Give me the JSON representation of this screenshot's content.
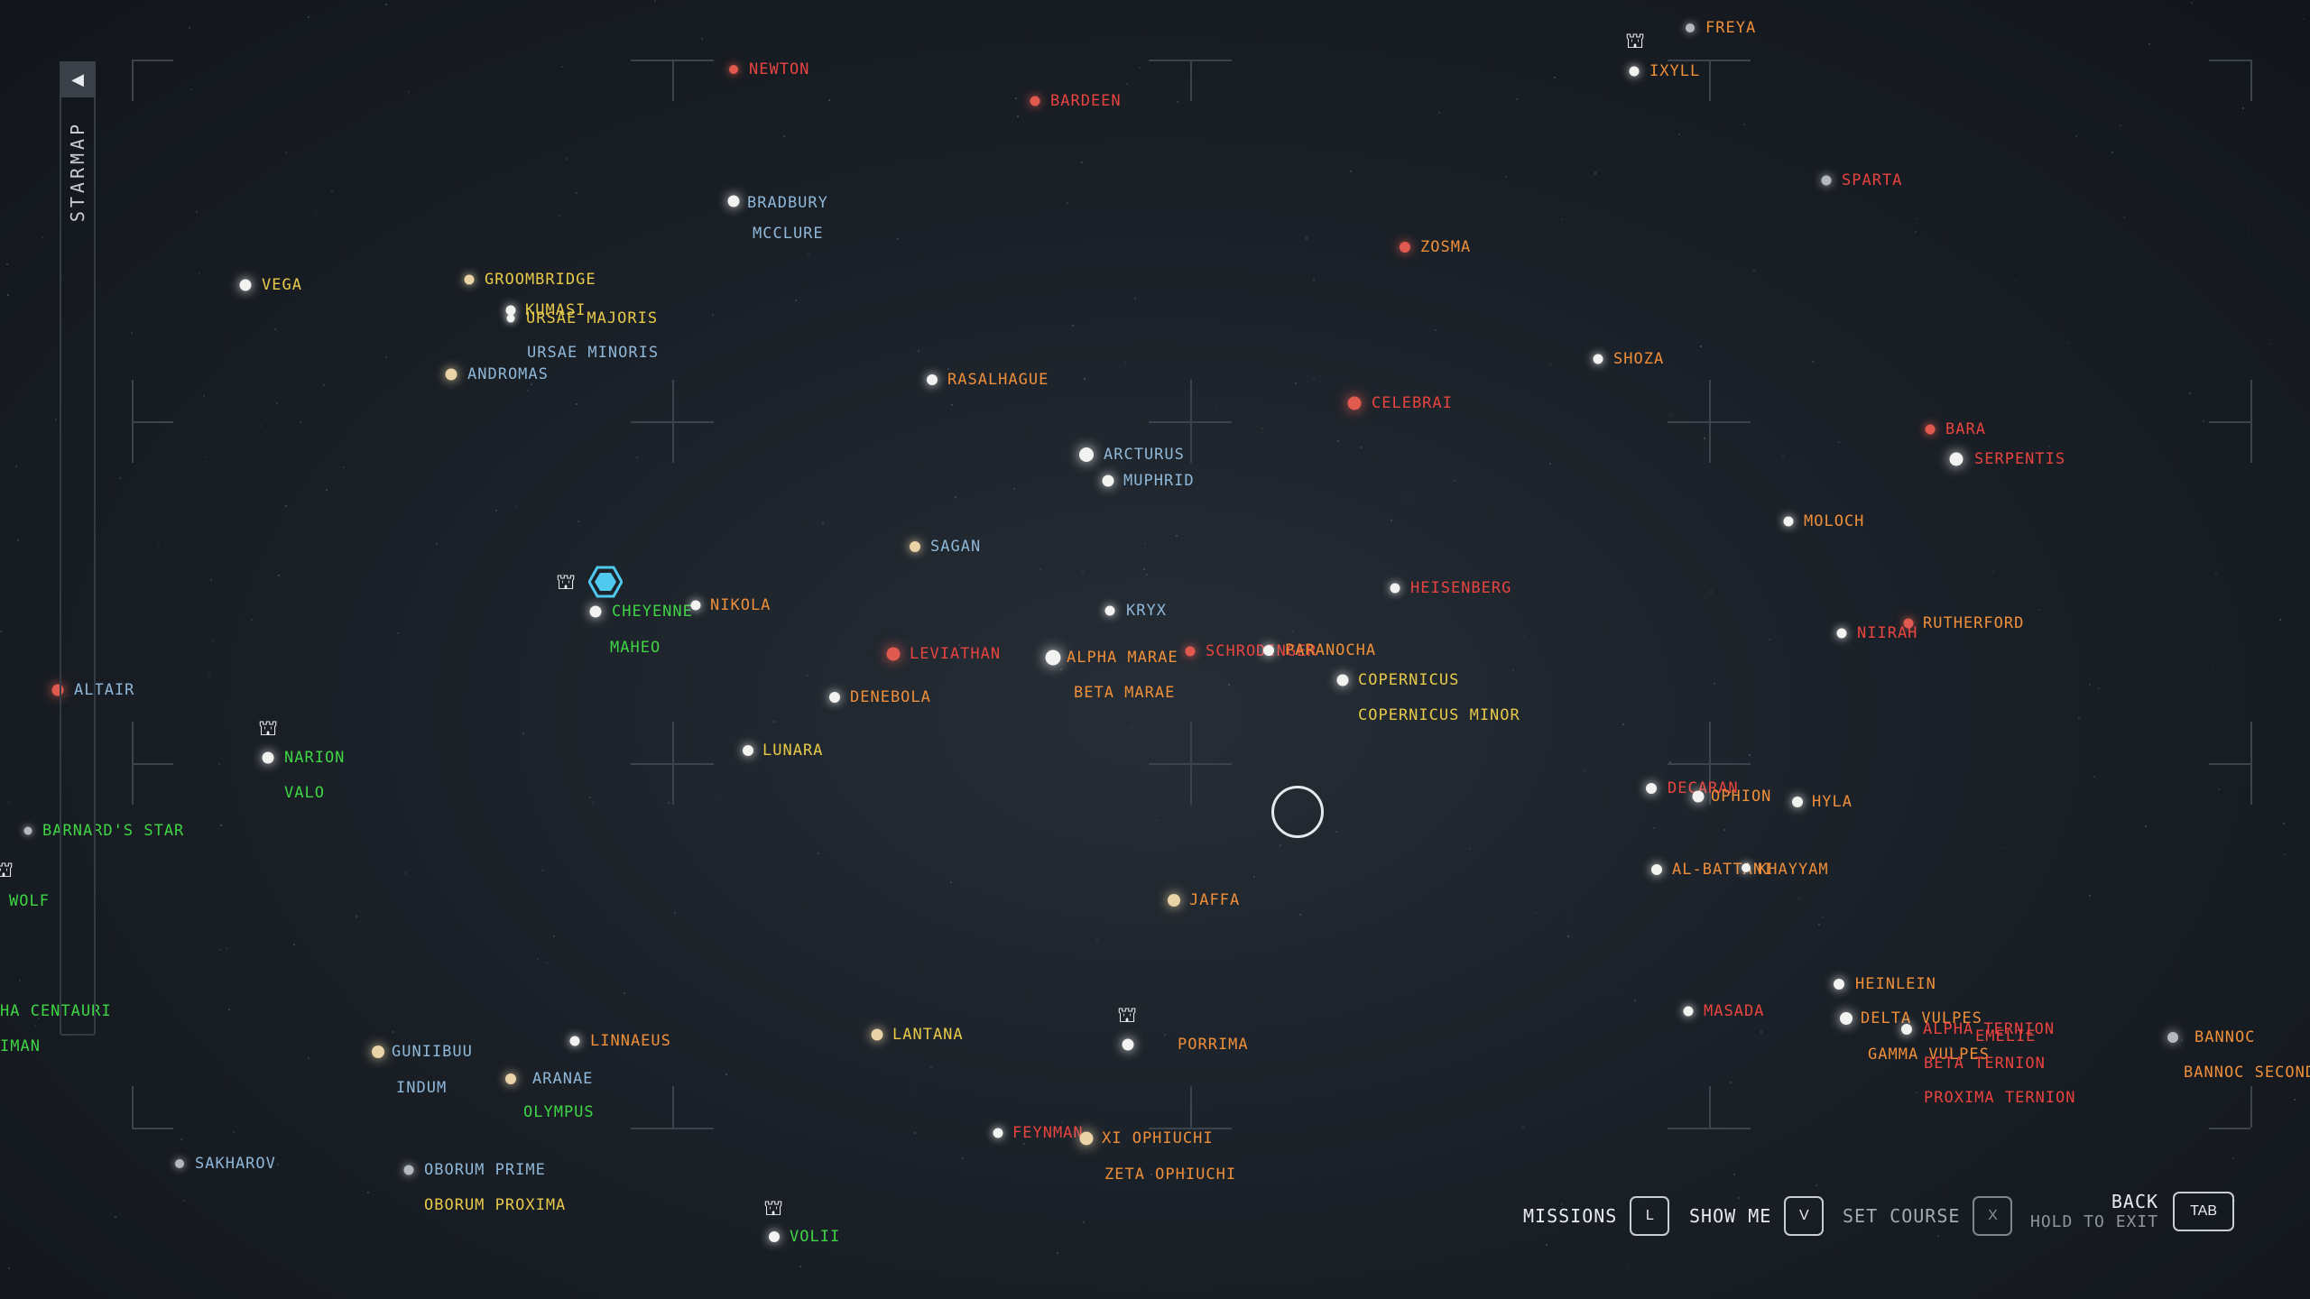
{
  "sidebar": {
    "title": "STARMAP",
    "toggle_icon": "chevron-left-icon"
  },
  "colors": {
    "red": "#e8443f",
    "orange": "#ef8f3a",
    "yellow": "#e8c94a",
    "green": "#3fd545",
    "blue": "#8fb7d8",
    "star_white": "#f2f2f0",
    "star_red": "#e15a4f",
    "star_gray": "#b4b9be",
    "star_tan": "#ead3a7",
    "selection": "#4fc9ee"
  },
  "systems": [
    {
      "name": "FREYA",
      "color": "orange",
      "star": "gray"
    },
    {
      "name": "IXYLL",
      "color": "orange",
      "star": "white"
    },
    {
      "name": "NEWTON",
      "color": "red",
      "star": "red"
    },
    {
      "name": "BARDEEN",
      "color": "red",
      "star": "red"
    },
    {
      "name": "SPARTA",
      "color": "red",
      "star": "gray"
    },
    {
      "name": "BRADBURY",
      "color": "blue",
      "star": "white"
    },
    {
      "name": "MCCLURE",
      "color": "blue",
      "star": ""
    },
    {
      "name": "ZOSMA",
      "color": "orange",
      "star": "red"
    },
    {
      "name": "VEGA",
      "color": "yellow",
      "star": "white"
    },
    {
      "name": "GROOMBRIDGE",
      "color": "yellow",
      "star": "tan"
    },
    {
      "name": "KUMASI",
      "color": "yellow",
      "star": "white"
    },
    {
      "name": "URSAE MAJORIS",
      "color": "yellow",
      "star": "white"
    },
    {
      "name": "URSAE MINORIS",
      "color": "blue",
      "star": ""
    },
    {
      "name": "ANDROMAS",
      "color": "blue",
      "star": "tan"
    },
    {
      "name": "SHOZA",
      "color": "orange",
      "star": "white"
    },
    {
      "name": "RASALHAGUE",
      "color": "orange",
      "star": "white"
    },
    {
      "name": "CELEBRAI",
      "color": "red",
      "star": "red"
    },
    {
      "name": "BARA",
      "color": "red",
      "star": "red"
    },
    {
      "name": "SERPENTIS",
      "color": "red",
      "star": "white"
    },
    {
      "name": "ARCTURUS",
      "color": "blue",
      "star": "white"
    },
    {
      "name": "MUPHRID",
      "color": "blue",
      "star": "white"
    },
    {
      "name": "MOLOCH",
      "color": "orange",
      "star": "white"
    },
    {
      "name": "SAGAN",
      "color": "blue",
      "star": "tan"
    },
    {
      "name": "HEISENBERG",
      "color": "red",
      "star": "white"
    },
    {
      "name": "CHEYENNE",
      "color": "green",
      "star": "white"
    },
    {
      "name": "MAHEO",
      "color": "green",
      "star": ""
    },
    {
      "name": "NIKOLA",
      "color": "orange",
      "star": "white"
    },
    {
      "name": "KRYX",
      "color": "blue",
      "star": "white"
    },
    {
      "name": "NIIRAH",
      "color": "red",
      "star": "white"
    },
    {
      "name": "RUTHERFORD",
      "color": "orange",
      "star": "red"
    },
    {
      "name": "LEVIATHAN",
      "color": "red",
      "star": "red"
    },
    {
      "name": "ALPHA MARAE",
      "color": "orange",
      "star": "white"
    },
    {
      "name": "BETA MARAE",
      "color": "orange",
      "star": ""
    },
    {
      "name": "SCHRODINGER",
      "color": "red",
      "star": "red"
    },
    {
      "name": "PORRIMA",
      "color": "orange",
      "star": "white"
    },
    {
      "name": "GUNIIBUU",
      "color": "blue",
      "star": "tan"
    },
    {
      "name": "INDUM",
      "color": "blue",
      "star": ""
    },
    {
      "name": "ARANAE",
      "color": "blue",
      "star": "tan"
    },
    {
      "name": "OLYMPUS",
      "color": "green",
      "star": ""
    },
    {
      "name": "LINNAEUS",
      "color": "orange",
      "star": "white"
    },
    {
      "name": "LANTANA",
      "color": "yellow",
      "star": "tan"
    },
    {
      "name": "SAKHAROV",
      "color": "blue",
      "star": "gray"
    },
    {
      "name": "OBORUM PRIME",
      "color": "blue",
      "star": "gray"
    },
    {
      "name": "OBORUM PROXIMA",
      "color": "yellow",
      "star": ""
    },
    {
      "name": "VOLII",
      "color": "green",
      "star": "white"
    },
    {
      "name": "FEYNMAN",
      "color": "red",
      "star": "white"
    },
    {
      "name": "XI OPHIUCHI",
      "color": "orange",
      "star": "tan"
    },
    {
      "name": "ZETA OPHIUCHI",
      "color": "orange",
      "star": ""
    },
    {
      "name": "MASADA",
      "color": "red",
      "star": "white"
    },
    {
      "name": "HEINLEIN",
      "color": "orange",
      "star": "white"
    },
    {
      "name": "DELTA VULPES",
      "color": "orange",
      "star": "white"
    },
    {
      "name": "GAMMA VULPES",
      "color": "orange",
      "star": ""
    },
    {
      "name": "ALPHA TERNION",
      "color": "red",
      "star": "white"
    },
    {
      "name": "BETA TERNION",
      "color": "red",
      "star": ""
    },
    {
      "name": "PROXIMA TERNION",
      "color": "red",
      "star": ""
    },
    {
      "name": "EMELIE",
      "color": "red",
      "star": ""
    },
    {
      "name": "BANNOC",
      "color": "orange",
      "star": "gray"
    },
    {
      "name": "BANNOC SECONDUS",
      "color": "orange",
      "star": ""
    },
    {
      "name": "PARANOCHA",
      "color": "orange",
      "star": "white"
    },
    {
      "name": "COPERNICUS",
      "color": "yellow",
      "star": "white"
    },
    {
      "name": "COPERNICUS MINOR",
      "color": "yellow",
      "star": ""
    },
    {
      "name": "DENEBOLA",
      "color": "orange",
      "star": "white"
    },
    {
      "name": "LUNARA",
      "color": "yellow",
      "star": "white"
    },
    {
      "name": "JAFFA",
      "color": "orange",
      "star": "tan"
    },
    {
      "name": "DECARAN",
      "color": "red",
      "star": "white"
    },
    {
      "name": "OPHION",
      "color": "orange",
      "star": "white"
    },
    {
      "name": "HYLA",
      "color": "orange",
      "star": "white"
    },
    {
      "name": "AL-BATTANI",
      "color": "orange",
      "star": "white"
    },
    {
      "name": "KHAYYAM",
      "color": "orange",
      "star": "white"
    },
    {
      "name": "ALTAIR",
      "color": "blue",
      "star": "red"
    },
    {
      "name": "NARION",
      "color": "green",
      "star": "white"
    },
    {
      "name": "VALO",
      "color": "green",
      "star": ""
    },
    {
      "name": "BARNARD'S STAR",
      "color": "green",
      "star": "gray"
    },
    {
      "name": "WOLF",
      "color": "green",
      "star": ""
    },
    {
      "name": "HA CENTAURI",
      "color": "green",
      "star": ""
    },
    {
      "name": "IMAN",
      "color": "green",
      "star": ""
    }
  ],
  "actions": {
    "missions": {
      "label": "MISSIONS",
      "key": "L"
    },
    "show_me": {
      "label": "SHOW ME",
      "key": "V"
    },
    "set_course": {
      "label": "SET COURSE",
      "key": "X"
    },
    "back": {
      "label": "BACK",
      "sublabel": "HOLD TO EXIT",
      "key": "TAB"
    }
  }
}
